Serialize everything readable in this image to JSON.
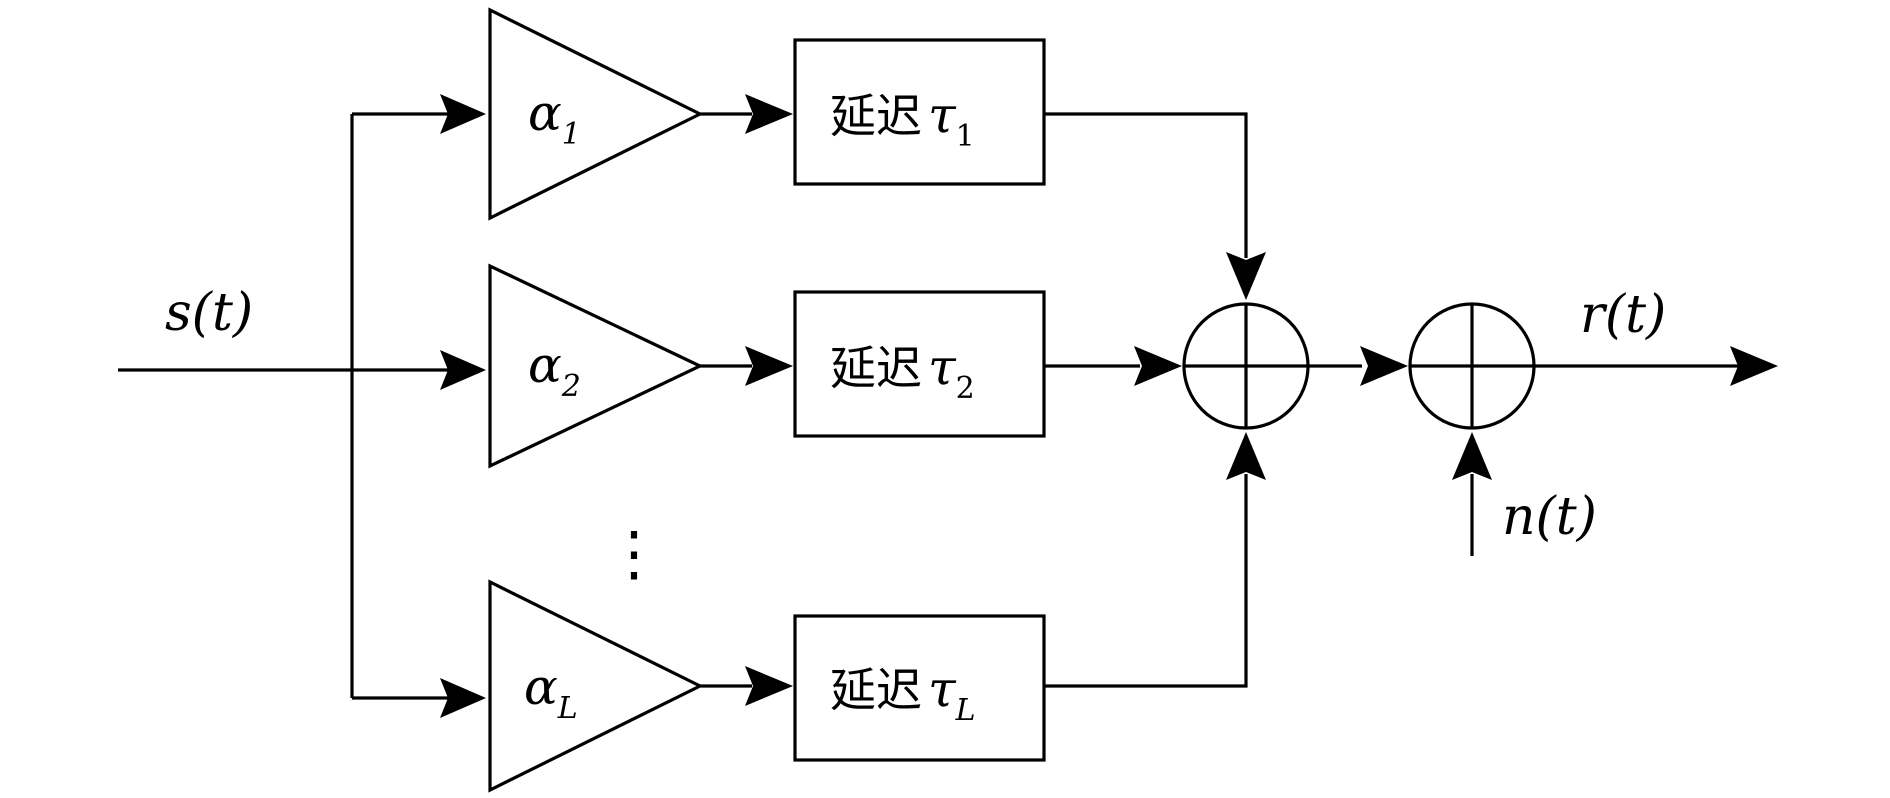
{
  "input": {
    "label": "s(t)"
  },
  "output": {
    "label": "r(t)"
  },
  "noise": {
    "label": "n(t)"
  },
  "ellipsis": "⋮",
  "paths": [
    {
      "gain": "α",
      "gain_sub": "1",
      "delay_text": "延迟",
      "delay_symbol": "τ",
      "delay_sub": "1"
    },
    {
      "gain": "α",
      "gain_sub": "2",
      "delay_text": "延迟",
      "delay_symbol": "τ",
      "delay_sub": "2"
    },
    {
      "gain": "α",
      "gain_sub": "L",
      "delay_text": "延迟",
      "delay_symbol": "τ",
      "delay_sub": "L"
    }
  ]
}
